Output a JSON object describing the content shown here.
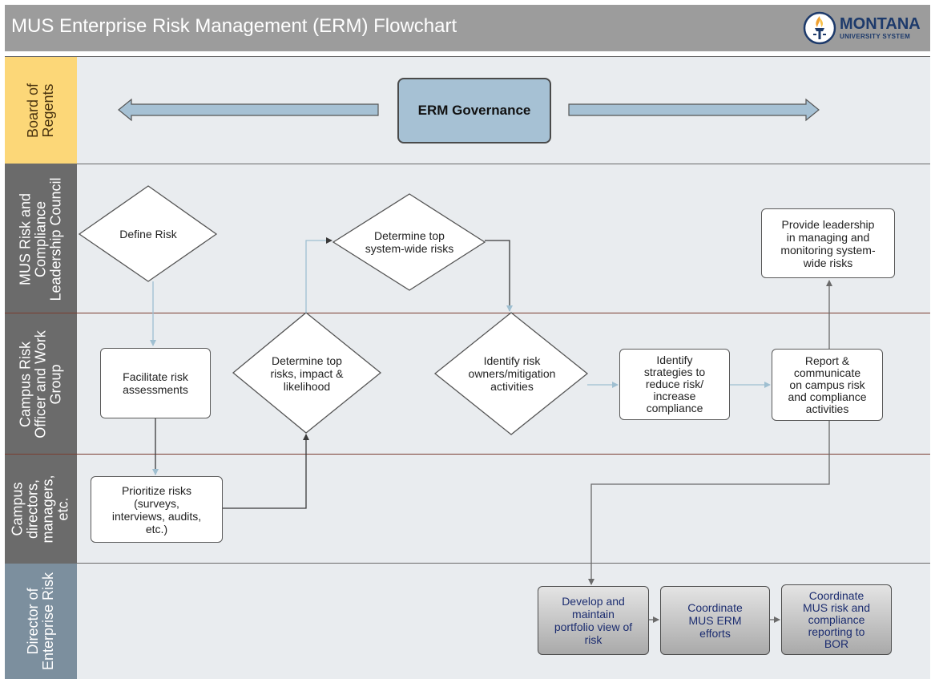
{
  "header": {
    "title": "MUS Enterprise Risk Management (ERM) Flowchart",
    "logo_title": "MONTANA",
    "logo_subtitle": "UNIVERSITY SYSTEM"
  },
  "lanes": [
    {
      "label": "Board of\nRegents"
    },
    {
      "label": "MUS Risk and\nCompliance\nLeadership Council"
    },
    {
      "label": "Campus Risk\nOfficer and Work\nGroup"
    },
    {
      "label": "Campus\ndirectors,\nmanagers,\netc."
    },
    {
      "label": "Director of\nEnterprise Risk"
    }
  ],
  "nodes": {
    "erm_governance": "ERM Governance",
    "define_risk": "Define Risk",
    "determine_top_system_risks": "Determine top\nsystem-wide risks",
    "provide_leadership": "Provide leadership\nin managing and\nmonitoring system-\nwide risks",
    "facilitate_risk_assessments": "Facilitate risk\nassessments",
    "determine_top_risks_impact": "Determine top\nrisks, impact &\nlikelihood",
    "identify_risk_owners": "Identify risk\nowners/mitigation\nactivities",
    "identify_strategies": "Identify\nstrategies to\nreduce risk/\nincrease\ncompliance",
    "report_communicate": "Report &\ncommunicate\non campus risk\nand compliance\nactivities",
    "prioritize_risks": "Prioritize risks\n(surveys,\ninterviews, audits,\netc.)",
    "develop_portfolio": "Develop and\nmaintain\nportfolio view of\nrisk",
    "coordinate_erm": "Coordinate\nMUS ERM\nefforts",
    "coordinate_reporting": "Coordinate\nMUS risk and\ncompliance\nreporting to\nBOR"
  },
  "colors": {
    "title_bar": "#9c9c9c",
    "lane_header_board": "#fcd778",
    "lane_header": "#6b6b6b",
    "lane_header_director": "#7c8f9e",
    "lane_body": "#e9ecef",
    "governance_box": "#a6c1d4",
    "governance_arrow": "#a6c1d4",
    "connector_light": "#9fbfd1",
    "connector_dark": "#3a3a3a",
    "director_text": "#1c2d70",
    "logo_blue": "#1d3a6b",
    "logo_flame": "#f0a030"
  },
  "icons": {
    "logo": "torch-icon"
  }
}
